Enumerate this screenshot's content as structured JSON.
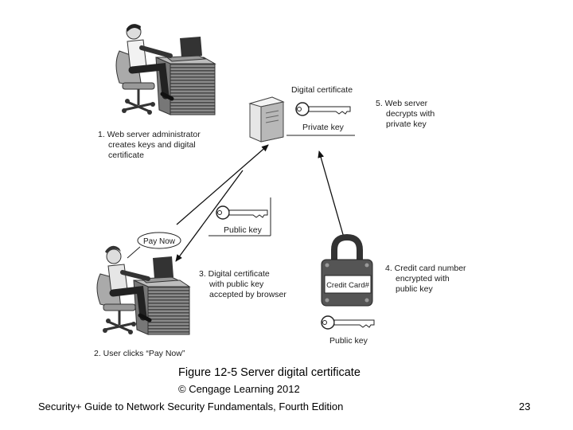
{
  "diagram": {
    "step1": [
      "1. Web server administrator",
      "creates keys and digital",
      "certificate"
    ],
    "step2": "2. User clicks “Pay Now”",
    "step3": [
      "3. Digital certificate",
      "with public key",
      "accepted by browser"
    ],
    "step4": [
      "4. Credit card number",
      "encrypted with",
      "public key"
    ],
    "step5": [
      "5. Web server",
      "decrypts with",
      "private key"
    ],
    "digital_certificate_label": "Digital certificate",
    "private_key_label": "Private key",
    "public_key_label_middle": "Public key",
    "public_key_label_bottom": "Public key",
    "pay_now_label": "Pay Now",
    "credit_card_label": "Credit Card#"
  },
  "caption": {
    "figure": "Figure 12-5 Server digital certificate",
    "copyright": "© Cengage Learning 2012"
  },
  "footer": {
    "title": "Security+ Guide to Network Security Fundamentals, Fourth Edition",
    "page_number": "23"
  }
}
